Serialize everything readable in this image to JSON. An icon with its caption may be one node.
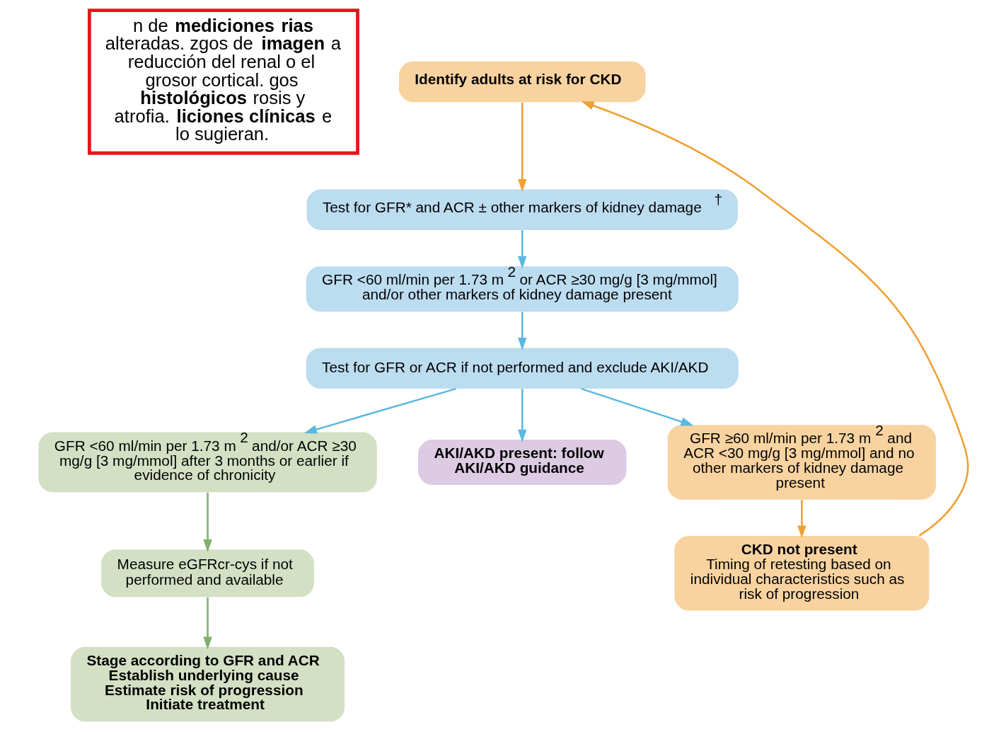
{
  "diagram": {
    "nodes": [
      {
        "text": [
          "n de **mediciones** **rias** alteradas. zgos de **imagen** a reducción del renal o el grosor cortical. gos **histológicos** rosis y atrofia. **liciones clínicas** e lo sugieran."
        ]
      },
      {
        "text": [
          "Identify adults at risk for CKD"
        ]
      },
      {
        "text": [
          "Test for GFR* and ACR ± other markers of kidney damage$^{†}$"
        ]
      },
      {
        "text": [
          "GFR <60 ml/min per 1.73 m$^{2}$ or ACR ≥30 mg/g [3 mg/mmol] and/or other markers of kidney damage present"
        ]
      },
      {
        "text": [
          "Test for GFR or ACR if not performed and exclude AKI/AKD"
        ]
      },
      {
        "text": [
          "GFR <60 ml/min per 1.73 m$^{2}$ and/or ACR ≥30 mg/g [3 mg/mmol] after 3 months or earlier if evidence of chronicity"
        ]
      },
      {
        "text": [
          "AKI/AKD present: follow AKI/AKD guidance"
        ]
      },
      {
        "text": [
          "GFR ≥60 ml/min per 1.73 m$^{2}$ and ACR <30 mg/g [3 mg/mmol] and no other markers of kidney damage present"
        ]
      },
      {
        "text": [
          "Measure eGFRcr-cys if not performed and available"
        ]
      },
      {
        "text": [
          "Stage according to GFR and ACR Establish underlying cause Estimate risk of progression Initiate treatment"
        ]
      },
      {
        "text": [
          "CKD not present",
          "Timing of retesting based on individual characteristics such as risk of progression"
        ]
      }
    ],
    "edges": [
      {
        "from": 1,
        "to": 2,
        "arrow": "to",
        "color": "#f0a033"
      },
      {
        "from": 2,
        "to": 3,
        "arrow": "to"
      },
      {
        "from": 3,
        "to": 4,
        "arrow": "to"
      },
      {
        "from": 4,
        "to": 5,
        "arrow": "to"
      },
      {
        "from": 4,
        "to": 6,
        "arrow": "to"
      },
      {
        "from": 4,
        "to": 7,
        "arrow": "to"
      },
      {
        "from": 5,
        "to": 8,
        "arrow": "to",
        "color": "#7fb069"
      },
      {
        "from": 8,
        "to": 9,
        "arrow": "to",
        "color": "#7fb069"
      },
      {
        "from": 7,
        "to": 10,
        "arrow": "to",
        "color": "#f0a033"
      },
      {
        "from": 10,
        "to": 1,
        "arrow": "to",
        "color": "#f0a033"
      }
    ]
  }
}
